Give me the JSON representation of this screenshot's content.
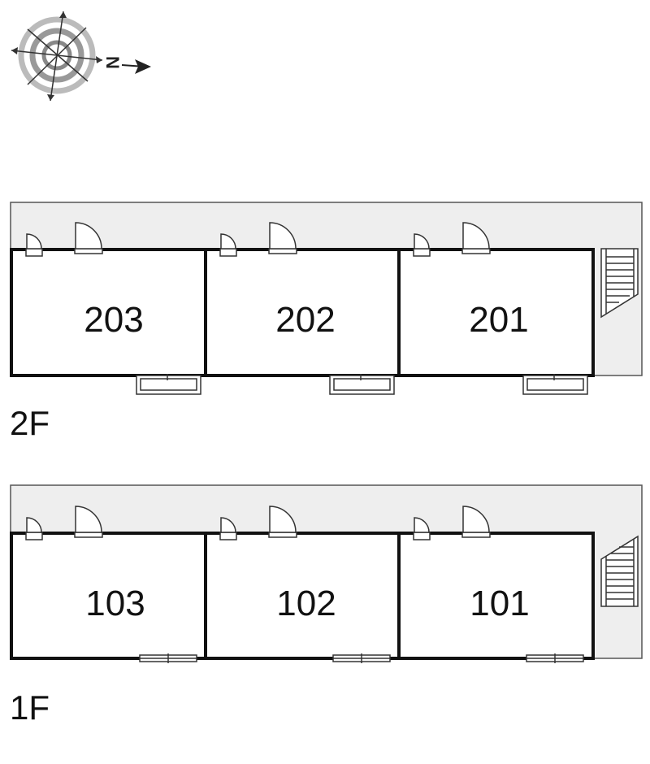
{
  "compass": {
    "label": "N",
    "icon": "compass-rose-icon"
  },
  "floors": [
    {
      "label": "2F",
      "units": [
        "203",
        "202",
        "201"
      ]
    },
    {
      "label": "1F",
      "units": [
        "103",
        "102",
        "101"
      ]
    }
  ],
  "colors": {
    "corridor": "#eeeeee",
    "wall": "#111111",
    "line": "#555555"
  }
}
